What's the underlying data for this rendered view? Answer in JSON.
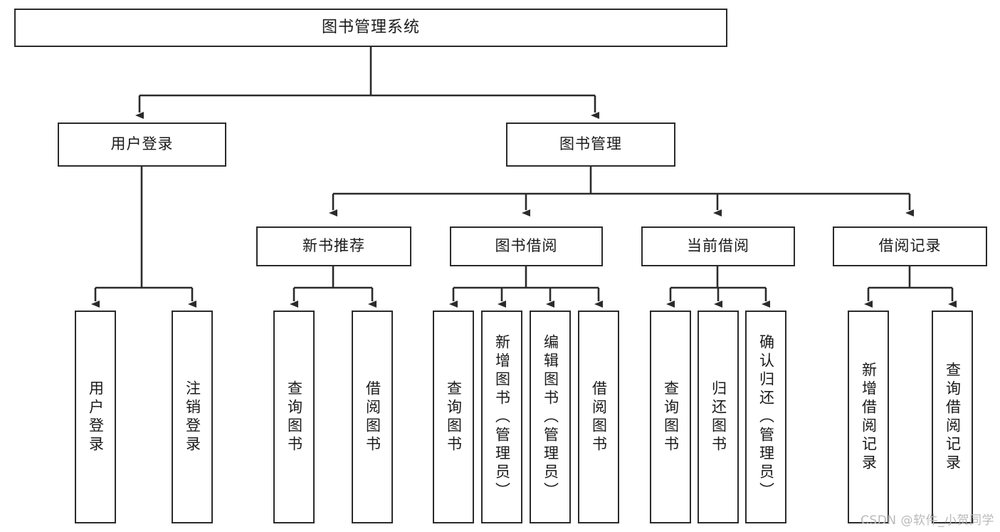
{
  "diagram": {
    "type": "tree",
    "title_node": {
      "label": "图书管理系统"
    },
    "level1": [
      {
        "label": "用户登录"
      },
      {
        "label": "图书管理"
      }
    ],
    "level2": [
      {
        "label": "新书推荐"
      },
      {
        "label": "图书借阅"
      },
      {
        "label": "当前借阅"
      },
      {
        "label": "借阅记录"
      }
    ],
    "leaves": {
      "user_login": [
        {
          "label": "用户登录"
        },
        {
          "label": "注销登录"
        }
      ],
      "new_book_recommend": [
        {
          "label": "查询图书"
        },
        {
          "label": "借阅图书"
        }
      ],
      "book_borrow": [
        {
          "label": "查询图书"
        },
        {
          "label": "新增图书（管理员）"
        },
        {
          "label": "编辑图书（管理员）"
        },
        {
          "label": "借阅图书"
        }
      ],
      "current_borrow": [
        {
          "label": "查询图书"
        },
        {
          "label": "归还图书"
        },
        {
          "label": "确认归还（管理员）"
        }
      ],
      "borrow_record": [
        {
          "label": "新增借阅记录"
        },
        {
          "label": "查询借阅记录"
        }
      ]
    }
  },
  "watermark": {
    "text": "CSDN @软件_小贺同学"
  },
  "colors": {
    "border": "#2b2b2b",
    "background": "#ffffff",
    "text": "#1a1a1a",
    "watermark": "#b9b9b9"
  }
}
